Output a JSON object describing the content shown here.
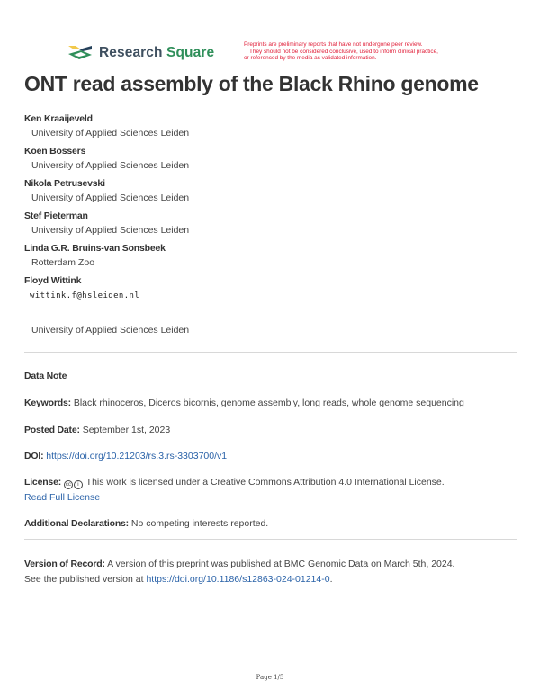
{
  "header": {
    "logo_text_part1": "Research",
    "logo_text_part2": "Square",
    "disclaimer": [
      "Preprints are preliminary reports that have not undergone peer review.",
      "They should not be considered conclusive, used to inform clinical practice,",
      "or referenced by the media as validated information."
    ],
    "colors": {
      "disclaimer": "#e0203a",
      "logo_text": "#3f5060",
      "logo_green": "#2f8f5a",
      "logo_yellow": "#f2c94c",
      "logo_navy": "#24405a"
    }
  },
  "title": "ONT read assembly of the Black Rhino genome",
  "authors": [
    {
      "name": "Ken Kraaijeveld",
      "affiliation": "University of Applied Sciences Leiden"
    },
    {
      "name": "Koen Bossers",
      "affiliation": "University of Applied Sciences Leiden"
    },
    {
      "name": "Nikola Petrusevski",
      "affiliation": "University of Applied Sciences Leiden"
    },
    {
      "name": "Stef Pieterman",
      "affiliation": "University of Applied Sciences Leiden"
    },
    {
      "name": "Linda G.R. Bruins-van Sonsbeek",
      "affiliation": "Rotterdam Zoo"
    },
    {
      "name": "Floyd Wittink",
      "email": "wittink.f@hsleiden.nl",
      "affiliation": "University of Applied Sciences Leiden"
    }
  ],
  "meta": {
    "article_type": "Data Note",
    "keywords_label": "Keywords:",
    "keywords": "Black rhinoceros, Diceros bicornis, genome assembly, long reads, whole genome sequencing",
    "posted_label": "Posted Date:",
    "posted": "September 1st, 2023",
    "doi_label": "DOI:",
    "doi": "https://doi.org/10.21203/rs.3.rs-3303700/v1",
    "license_label": "License:",
    "license_icons": [
      "cc",
      "by"
    ],
    "license_text": "This work is licensed under a Creative Commons Attribution 4.0 International License.",
    "read_license": "Read Full License",
    "declarations_label": "Additional Declarations:",
    "declarations": "No competing interests reported.",
    "vor_label": "Version of Record:",
    "vor_text": "A version of this preprint was published at BMC Genomic Data on March 5th, 2024.",
    "vor_see": "See the published version at",
    "vor_link": "https://doi.org/10.1186/s12863-024-01214-0",
    "vor_end": "."
  },
  "footer": {
    "page": "Page 1/5"
  },
  "colors": {
    "link": "#2a62a8",
    "text": "#444444",
    "divider": "#d8d8d8"
  }
}
